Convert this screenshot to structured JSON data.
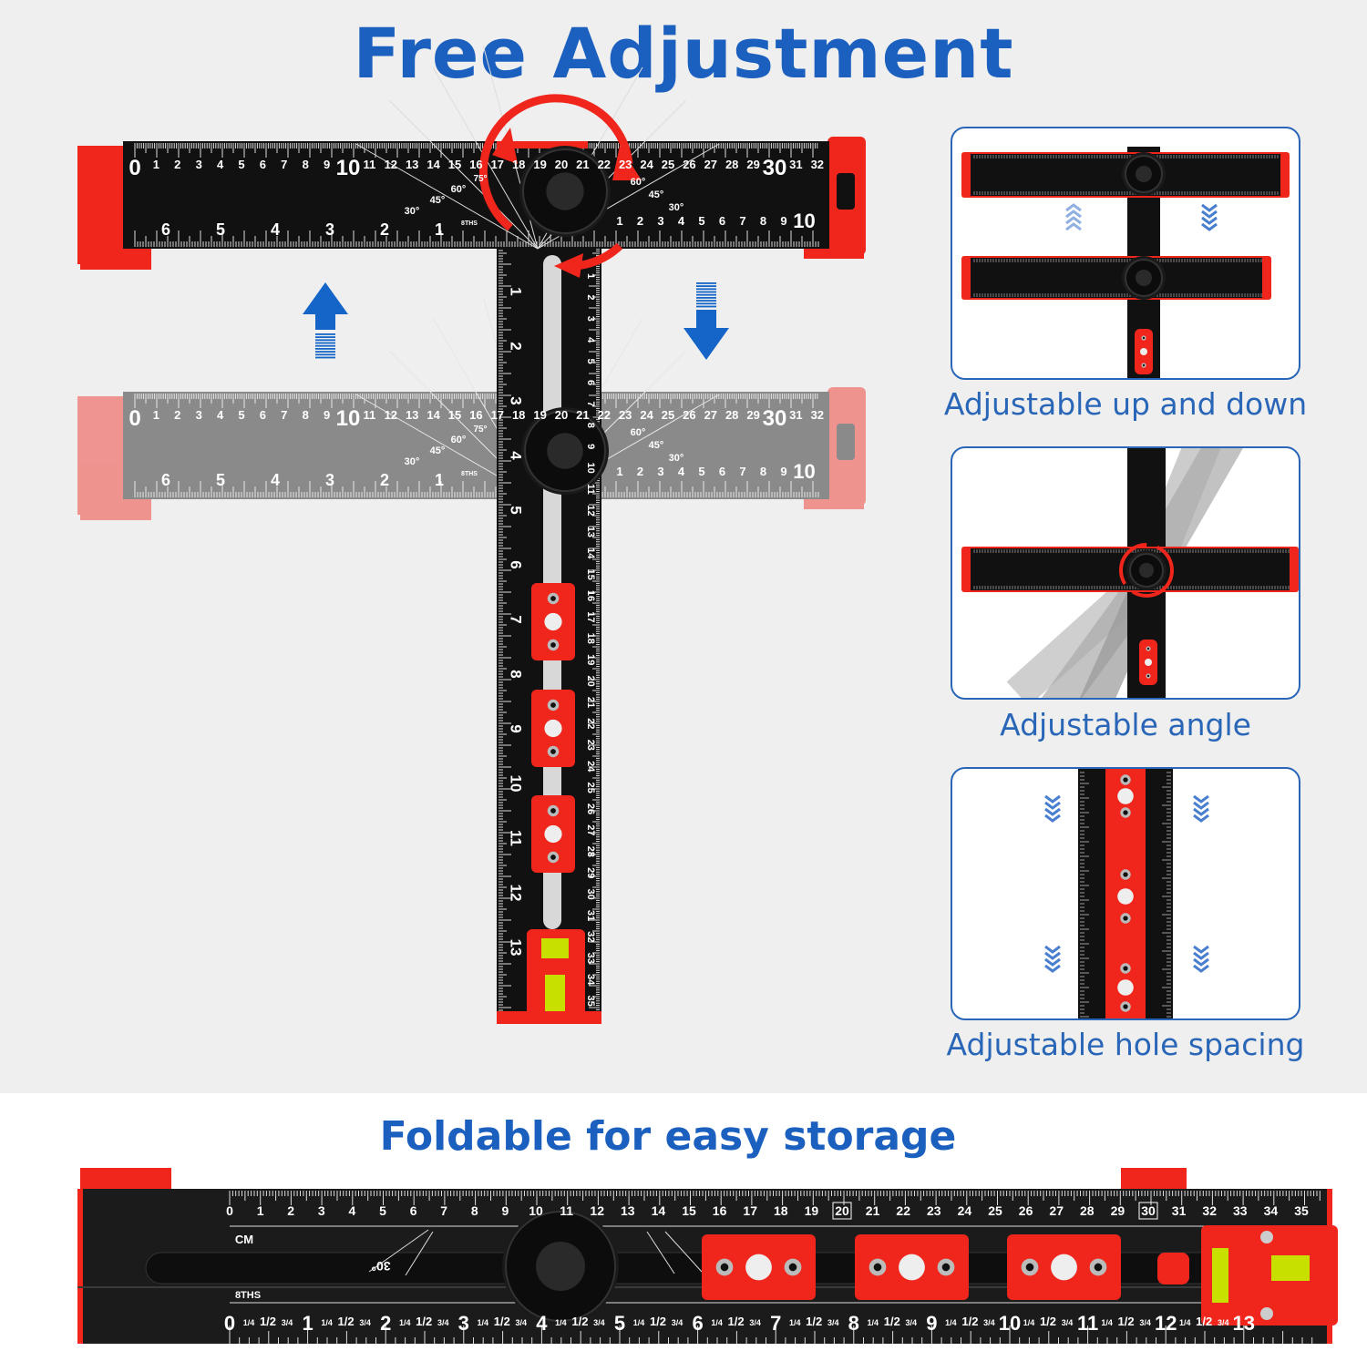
{
  "header": {
    "title": "Free Adjustment"
  },
  "main_ruler": {
    "cm_labels": [
      "0",
      "1",
      "2",
      "3",
      "4",
      "5",
      "6",
      "7",
      "8",
      "9",
      "10",
      "11",
      "12",
      "13",
      "14",
      "15",
      "16",
      "17",
      "18",
      "19",
      "20",
      "21",
      "22",
      "23",
      "24",
      "25",
      "26",
      "27",
      "28",
      "29",
      "30",
      "31",
      "32"
    ],
    "inch_left_labels": [
      "6",
      "5",
      "4",
      "3",
      "2",
      "1"
    ],
    "inch_right_labels": [
      "1",
      "2",
      "3",
      "4",
      "5",
      "6",
      "7",
      "8",
      "9",
      "10"
    ],
    "angle_labels": [
      "30°",
      "45°",
      "60°",
      "75°"
    ],
    "eighths_label": "8THS",
    "vertical_cm_labels": [
      "1",
      "2",
      "3",
      "4",
      "5",
      "6",
      "7",
      "8",
      "9",
      "10",
      "11",
      "12",
      "13",
      "14",
      "15",
      "16",
      "17",
      "18",
      "19",
      "20",
      "21",
      "22",
      "23",
      "24",
      "25",
      "26",
      "27",
      "28",
      "29",
      "30",
      "31",
      "32",
      "33",
      "34",
      "35"
    ],
    "vertical_inch_labels": [
      "1",
      "2",
      "3",
      "4",
      "5",
      "6",
      "7",
      "8",
      "9",
      "10",
      "11",
      "12",
      "13"
    ]
  },
  "features": [
    {
      "caption": "Adjustable up and down",
      "icon": "chevrons-up-down-icon"
    },
    {
      "caption": "Adjustable angle",
      "icon": "rotate-icon"
    },
    {
      "caption": "Adjustable hole spacing",
      "icon": "chevrons-down-icon"
    }
  ],
  "storage": {
    "title": "Foldable for easy storage",
    "cm_unit": "CM",
    "inch_unit": "8THS",
    "angle_label": "30°",
    "cm_labels": [
      "0",
      "1",
      "2",
      "3",
      "4",
      "5",
      "6",
      "7",
      "8",
      "9",
      "10",
      "11",
      "12",
      "13",
      "14",
      "15",
      "16",
      "17",
      "18",
      "19",
      "20",
      "21",
      "22",
      "23",
      "24",
      "25",
      "26",
      "27",
      "28",
      "29",
      "30",
      "31",
      "32",
      "33",
      "34",
      "35"
    ],
    "inch_labels": [
      "0",
      "1",
      "2",
      "3",
      "4",
      "5",
      "6",
      "7",
      "8",
      "9",
      "10",
      "11",
      "12",
      "13"
    ],
    "inch_fractions": [
      "1/4",
      "1/2",
      "3/4"
    ]
  },
  "colors": {
    "title_blue": "#1b5fbf",
    "caption_blue": "#2a66b8",
    "ruler_black": "#111111",
    "accent_red": "#f0261c",
    "arrow_blue": "#1565c8"
  }
}
